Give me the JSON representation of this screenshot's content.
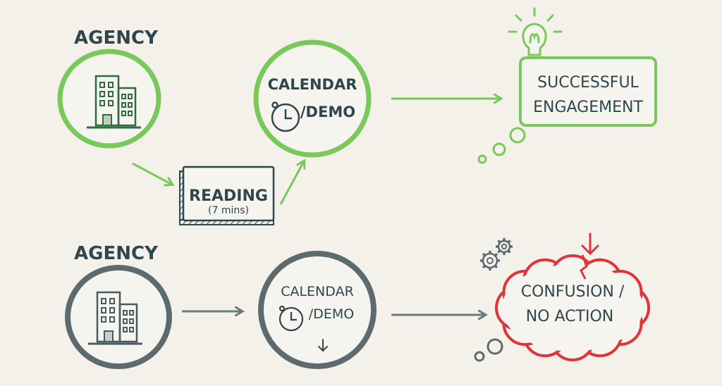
{
  "colors": {
    "background": "#f4f1eb",
    "success_green": "#79c85a",
    "ink": "#2f474c",
    "neutral_grey": "#5d6b6e",
    "alert_red": "#e0333c"
  },
  "success_path": {
    "agency_label": "AGENCY",
    "agency_icon": "building-icon",
    "reading_title": "READING",
    "reading_duration": "(7 mins)",
    "calendar_line1": "CALENDAR",
    "calendar_line2": "/DEMO",
    "calendar_icon": "stopwatch-icon",
    "outcome_line1": "SUCCESSFUL",
    "outcome_line2": "ENGAGEMENT",
    "outcome_icon": "lightbulb-icon"
  },
  "failure_path": {
    "agency_label": "AGENCY",
    "agency_icon": "building-icon",
    "calendar_line1": "CALENDAR",
    "calendar_line2": "/DEMO",
    "calendar_icon": "stopwatch-icon",
    "outcome_line1": "CONFUSION /",
    "outcome_line2": "NO ACTION",
    "outcome_icon": "gears-icon"
  }
}
